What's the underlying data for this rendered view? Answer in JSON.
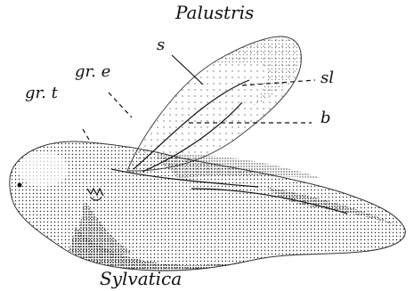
{
  "figure": {
    "label_top": "Palustris",
    "label_bottom": "Sylvatica",
    "annotations": {
      "s": "s",
      "sl": "sl",
      "b": "b",
      "gr_e": "gr. e",
      "gr_t": "gr. t"
    }
  }
}
